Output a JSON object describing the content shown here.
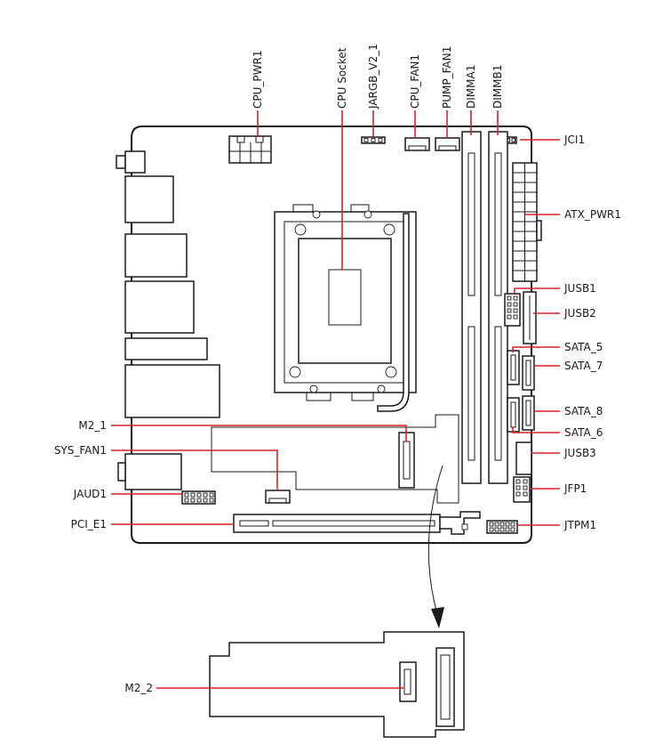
{
  "labels": {
    "cpu_pwr1": "CPU_PWR1",
    "cpu_socket": "CPU Socket",
    "jargb_v2_1": "JARGB_V2_1",
    "cpu_fan1": "CPU_FAN1",
    "pump_fan1": "PUMP_FAN1",
    "dimma1": "DIMMA1",
    "dimmb1": "DIMMB1",
    "jci1": "JCI1",
    "atx_pwr1": "ATX_PWR1",
    "jusb1": "JUSB1",
    "jusb2": "JUSB2",
    "sata_5": "SATA_5",
    "sata_7": "SATA_7",
    "sata_8": "SATA_8",
    "sata_6": "SATA_6",
    "jusb3": "JUSB3",
    "jfp1": "JFP1",
    "jtpm1": "JTPM1",
    "m2_1": "M2_1",
    "sys_fan1": "SYS_FAN1",
    "jaud1": "JAUD1",
    "pci_e1": "PCI_E1",
    "m2_2": "M2_2"
  },
  "colors": {
    "leader_line": "#d8202a",
    "outline": "#1a1a1a"
  }
}
